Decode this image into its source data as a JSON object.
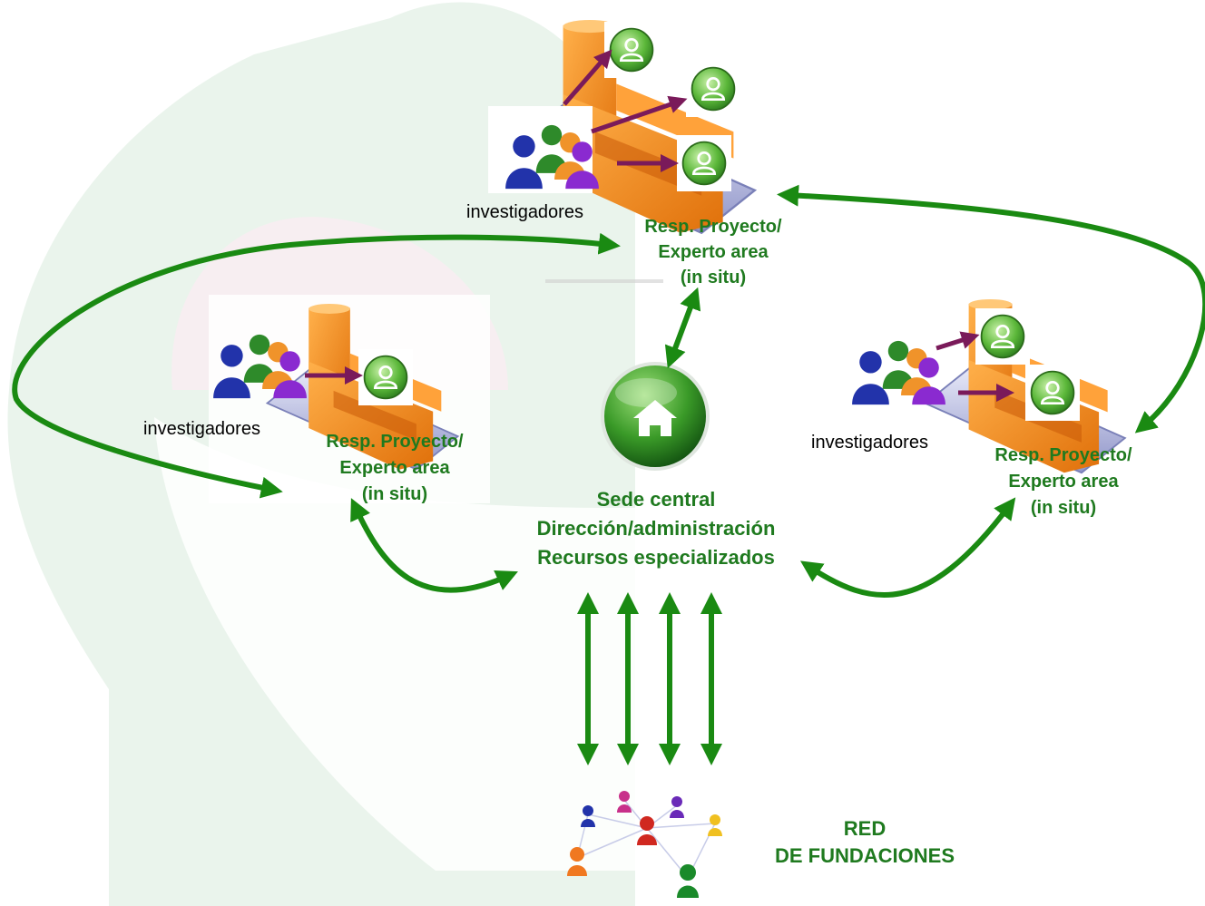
{
  "colors": {
    "accent_green": "#1f7a1f",
    "arrow_green": "#1a8a12",
    "arrow_purple": "#7a1a5a",
    "building_orange": "#f08a1c",
    "bg_green": "#eaf4ec",
    "bg_pink": "#f7eef1"
  },
  "sites": {
    "top": {
      "investigadores": "investigadores",
      "resp_line1": "Resp. Proyecto/",
      "resp_line2": "Experto area",
      "resp_line3": "(in situ)"
    },
    "left": {
      "investigadores": "investigadores",
      "resp_line1": "Resp. Proyecto/",
      "resp_line2": "Experto area",
      "resp_line3": "(in situ)"
    },
    "right": {
      "investigadores": "investigadores",
      "resp_line1": "Resp. Proyecto/",
      "resp_line2": "Experto area",
      "resp_line3": "(in situ)"
    }
  },
  "center": {
    "line1": "Sede central",
    "line2": "Dirección/administración",
    "line3": "Recursos especializados",
    "icon": "home-icon"
  },
  "network": {
    "line1": "RED",
    "line2": "DE FUNDACIONES",
    "icon": "people-network-icon"
  }
}
